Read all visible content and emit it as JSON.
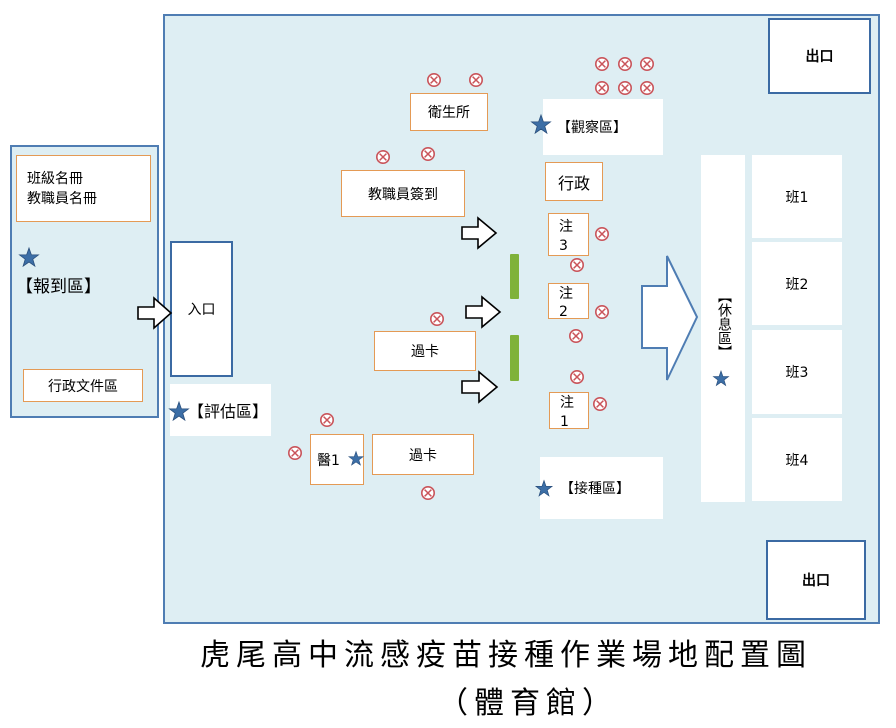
{
  "colors": {
    "panel_fill": "#deeef3",
    "panel_border": "#4f7db3",
    "box_border": "#e49a55",
    "mark_red": "#c9545a",
    "star_blue": "#3c6ea6",
    "bar_green": "#7fb23a"
  },
  "title": {
    "line1": "虎尾高中流感疫苗接種作業場地配置圖",
    "line2": "（體育館）"
  },
  "registration": {
    "roster": [
      "班級名冊",
      "教職員名冊"
    ],
    "label": "【報到區】",
    "docs": "行政文件區"
  },
  "entrance": "入口",
  "evaluation": "【評估區】",
  "exits": {
    "top": "出口",
    "bottom": "出口"
  },
  "stations": {
    "health_office": "衛生所",
    "staff_signin": "教職員簽到",
    "checkpoint_upper": "過卡",
    "checkpoint_lower": "過卡",
    "doctor": "醫1",
    "admin": "行政",
    "injection_3": [
      "注",
      "3"
    ],
    "injection_2": [
      "注",
      "2"
    ],
    "injection_1": [
      "注",
      "1"
    ],
    "observation": "【觀察區】",
    "vaccination": "【接種區】",
    "rest": "【休息區】"
  },
  "classes": [
    "班1",
    "班2",
    "班3",
    "班4"
  ],
  "icons": {
    "person_marker": "circled-x-icon",
    "staff_marker": "star-icon",
    "direction": "arrow-right-icon"
  }
}
